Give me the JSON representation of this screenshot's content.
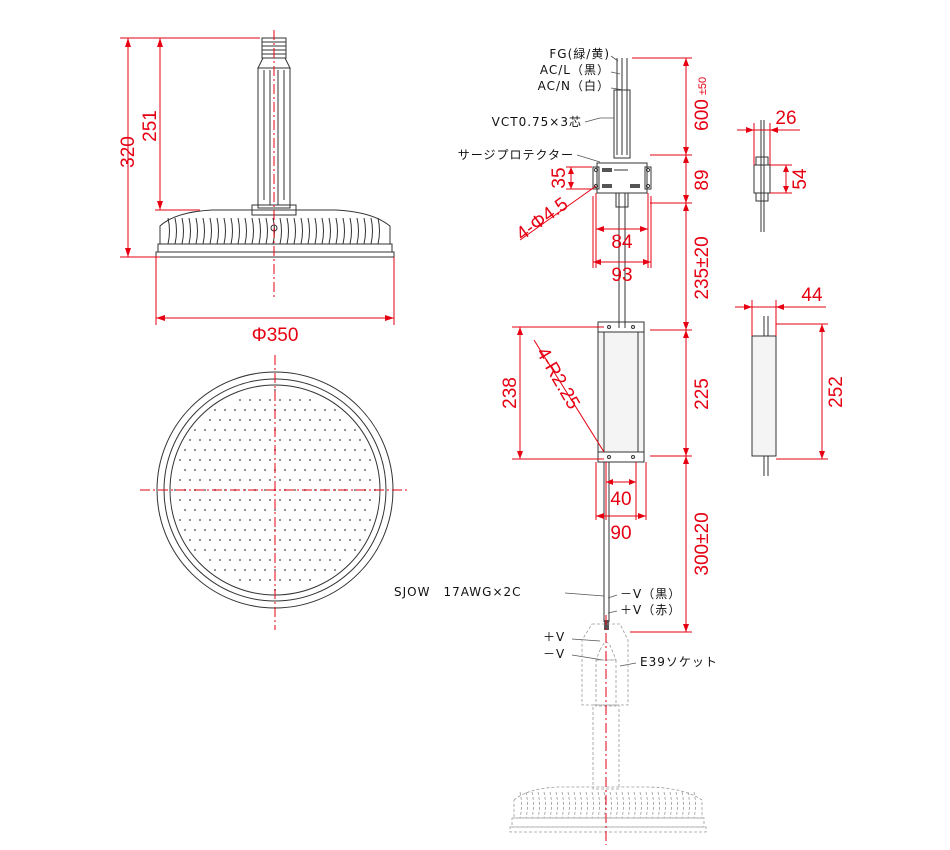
{
  "dimensions": {
    "total_height": "320",
    "body_height": "251",
    "diameter": "Φ350",
    "cable_600": "600",
    "cable_600_tol": "±50",
    "protector_89": "89",
    "cable_235": "235±20",
    "driver_225": "225",
    "cable_300": "300±20",
    "protector_height": "35",
    "hole_dia": "4-Φ4.5",
    "protector_84": "84",
    "protector_93": "93",
    "protector_side_26": "26",
    "protector_side_54": "54",
    "driver_238": "238",
    "driver_radius": "4-R2.25",
    "driver_40": "40",
    "driver_90": "90",
    "driver_side_44": "44",
    "driver_side_252": "252"
  },
  "notes": {
    "fg": "FG(緑/黄)",
    "acl": "AC/L（黒）",
    "acn": "AC/N（白）",
    "vct": "VCT0.75×3芯",
    "surge": "サージプロテクター",
    "sjow": "SJOW　17AWG×2C",
    "minus_v_black": "－V（黒）",
    "plus_v_red": "＋V（赤）",
    "plus_v": "＋V",
    "minus_v": "－V",
    "socket": "E39ソケット"
  },
  "colors": {
    "dimension": "#e60012",
    "outline": "#333333",
    "text": "#111111"
  }
}
